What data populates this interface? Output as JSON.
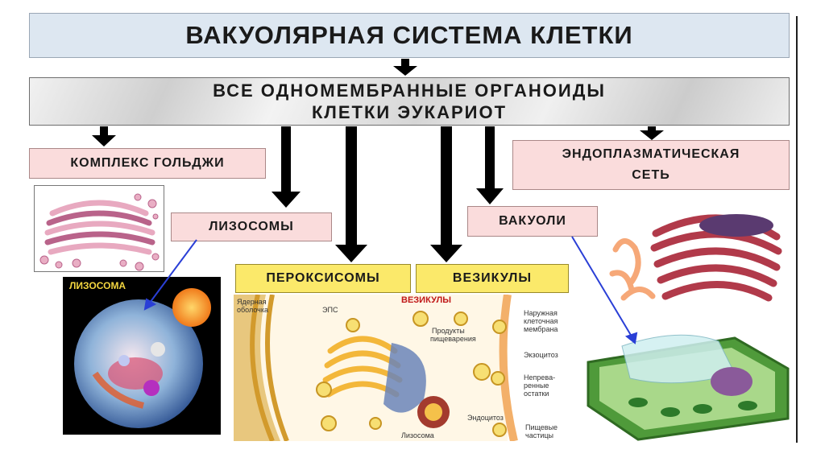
{
  "slide": {
    "title": "ВАКУОЛЯРНАЯ СИСТЕМА КЛЕТКИ",
    "subtitle_line1": "ВСЕ ОДНОМЕМБРАННЫЕ  ОРГАНОИДЫ",
    "subtitle_line2": "КЛЕТКИ ЭУКАРИОТ"
  },
  "organelles": {
    "golgi": "КОМПЛЕКС ГОЛЬДЖИ",
    "er_line1": "ЭНДОПЛАЗМАТИЧЕСКАЯ",
    "er_line2": "СЕТЬ",
    "lysosomes": "ЛИЗОСОМЫ",
    "vacuoles": "ВАКУОЛИ",
    "peroxisomes": "ПЕРОКСИСОМЫ",
    "vesicles": "ВЕЗИКУЛЫ"
  },
  "lysosome_image": {
    "label": "ЛИЗОСОМА"
  },
  "diagram": {
    "nuclear_envelope_1": "Ядерная",
    "nuclear_envelope_2": "оболочка",
    "eps": "ЭПС",
    "vesicles_title": "ВЕЗИКУЛЫ",
    "digestion_products_1": "Продукты",
    "digestion_products_2": "пищеварения",
    "outer_membrane_1": "Наружная",
    "outer_membrane_2": "клеточная",
    "outer_membrane_3": "мембрана",
    "exocytosis": "Экзоцитоз",
    "undigested_1": "Непрева-",
    "undigested_2": "ренные",
    "undigested_3": "остатки",
    "endocytosis": "Эндоцитоз",
    "lysosome": "Лизосома",
    "food_vesicles_1": "Пищевые",
    "food_vesicles_2": "частицы"
  },
  "colors": {
    "title_bg": "#dde7f1",
    "pink_label": "#fadcdc",
    "yellow_label": "#fbe96a",
    "arrow": "#000000",
    "pointer_line": "#2a3fd6"
  }
}
